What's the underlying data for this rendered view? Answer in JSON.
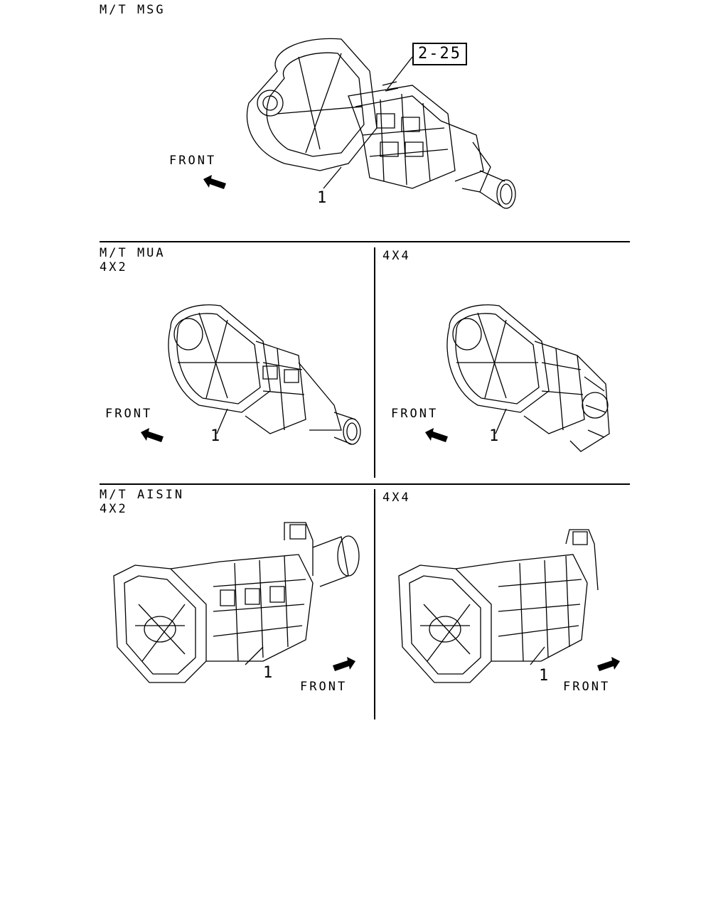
{
  "sections": {
    "msg": {
      "title": "M/T  MSG",
      "ref": "2-25",
      "front": "FRONT",
      "callout": "1"
    },
    "mua_4x2": {
      "title": "M/T  MUA",
      "sub": "4X2",
      "front": "FRONT",
      "callout": "1"
    },
    "mua_4x4": {
      "title": "4X4",
      "front": "FRONT",
      "callout": "1"
    },
    "aisin_4x2": {
      "title": "M/T  AISIN",
      "sub": "4X2",
      "front": "FRONT",
      "callout": "1"
    },
    "aisin_4x4": {
      "title": "4X4",
      "front": "FRONT",
      "callout": "1"
    }
  },
  "icons": [
    "front-arrow-icon",
    "transmission-drawing"
  ]
}
